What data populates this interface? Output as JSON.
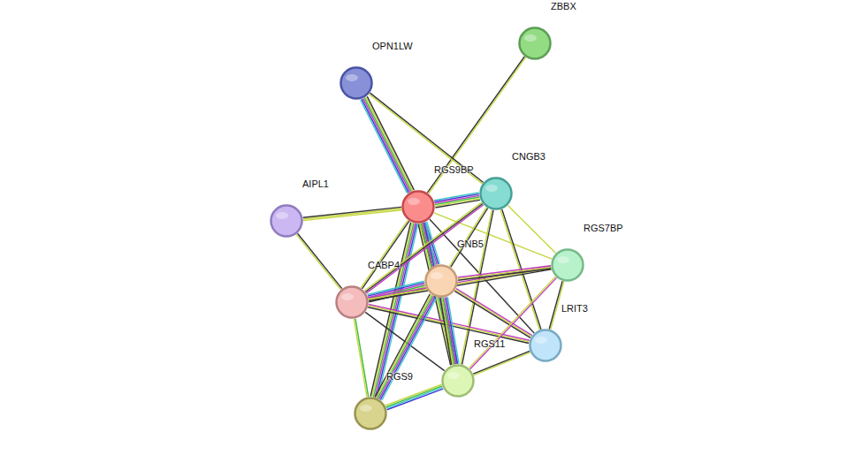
{
  "diagram": {
    "nodes": [
      {
        "text": [
          "ZBBX"
        ]
      },
      {
        "text": [
          "OPN1LW"
        ]
      },
      {
        "text": [
          "RGS9BP"
        ]
      },
      {
        "text": [
          "CNGB3"
        ]
      },
      {
        "text": [
          "AIPL1"
        ]
      },
      {
        "text": [
          "RGS7BP"
        ]
      },
      {
        "text": [
          "GNB5"
        ]
      },
      {
        "text": [
          "CABP4"
        ]
      },
      {
        "text": [
          "LRIT3"
        ]
      },
      {
        "text": [
          "RGS11"
        ]
      },
      {
        "text": [
          "RGS9"
        ]
      }
    ],
    "edges": [
      {
        "from": 2,
        "to": 0,
        "arrow": "none"
      },
      {
        "from": 2,
        "to": 1,
        "arrow": "none"
      },
      {
        "from": 2,
        "to": 3,
        "arrow": "none"
      },
      {
        "from": 2,
        "to": 4,
        "arrow": "none"
      },
      {
        "from": 2,
        "to": 5,
        "arrow": "none"
      },
      {
        "from": 2,
        "to": 6,
        "arrow": "none"
      },
      {
        "from": 2,
        "to": 7,
        "arrow": "none"
      },
      {
        "from": 2,
        "to": 8,
        "arrow": "none"
      },
      {
        "from": 2,
        "to": 9,
        "arrow": "none"
      },
      {
        "from": 2,
        "to": 10,
        "arrow": "none"
      },
      {
        "from": 1,
        "to": 3,
        "arrow": "none"
      },
      {
        "from": 3,
        "to": 5,
        "arrow": "none"
      },
      {
        "from": 3,
        "to": 8,
        "arrow": "none"
      },
      {
        "from": 3,
        "to": 6,
        "arrow": "none"
      },
      {
        "from": 3,
        "to": 7,
        "arrow": "none"
      },
      {
        "from": 3,
        "to": 9,
        "arrow": "none"
      },
      {
        "from": 4,
        "to": 7,
        "arrow": "none"
      },
      {
        "from": 7,
        "to": 6,
        "arrow": "none"
      },
      {
        "from": 7,
        "to": 5,
        "arrow": "none"
      },
      {
        "from": 7,
        "to": 8,
        "arrow": "none"
      },
      {
        "from": 7,
        "to": 9,
        "arrow": "none"
      },
      {
        "from": 7,
        "to": 10,
        "arrow": "none"
      },
      {
        "from": 6,
        "to": 5,
        "arrow": "none"
      },
      {
        "from": 6,
        "to": 8,
        "arrow": "none"
      },
      {
        "from": 6,
        "to": 9,
        "arrow": "none"
      },
      {
        "from": 6,
        "to": 10,
        "arrow": "none"
      },
      {
        "from": 5,
        "to": 8,
        "arrow": "none"
      },
      {
        "from": 5,
        "to": 9,
        "arrow": "none"
      },
      {
        "from": 8,
        "to": 9,
        "arrow": "none"
      },
      {
        "from": 9,
        "to": 10,
        "arrow": "none"
      }
    ]
  }
}
